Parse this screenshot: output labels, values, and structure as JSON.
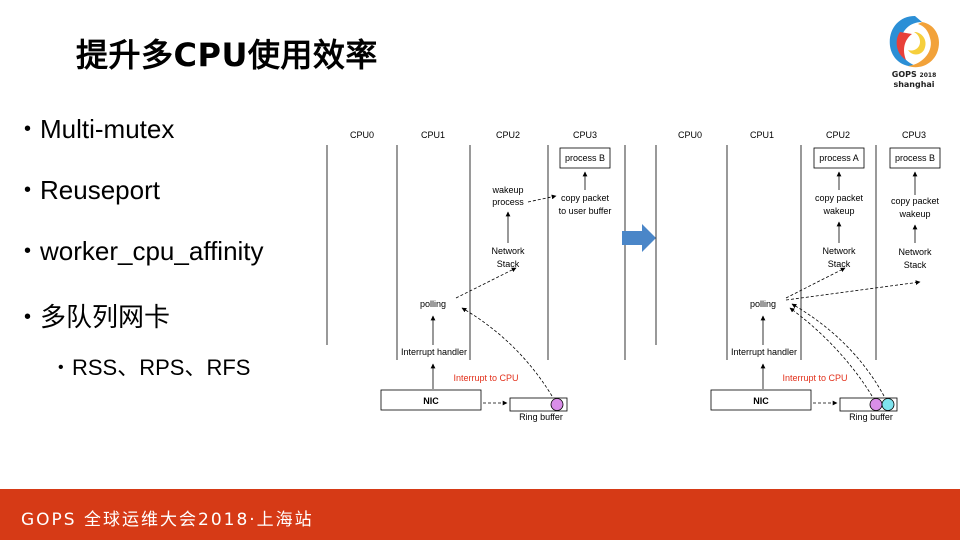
{
  "slide": {
    "title": "提升多CPU使用效率",
    "logo": {
      "line1": "GOPS",
      "year": "2018",
      "line2": "shanghai"
    },
    "bullets": [
      "Multi-mutex",
      "Reuseport",
      "worker_cpu_affinity",
      "多队列网卡"
    ],
    "sub_bullets": [
      "RSS、RPS、RFS"
    ],
    "footer": "GOPS 全球运维大会2018·上海站"
  },
  "diagram": {
    "left": {
      "cpus": [
        "CPU0",
        "CPU1",
        "CPU2",
        "CPU3"
      ],
      "process_b": "process B",
      "wakeup_1": "wakeup",
      "wakeup_2": "process",
      "copy_1": "copy packet",
      "copy_2": "to user buffer",
      "net_1": "Network",
      "net_2": "Stack",
      "polling": "polling",
      "interrupt_handler": "Interrupt handler",
      "interrupt_to_cpu": "Interrupt to CPU",
      "nic": "NIC",
      "ring_buffer": "Ring buffer"
    },
    "right": {
      "cpus": [
        "CPU0",
        "CPU1",
        "CPU2",
        "CPU3"
      ],
      "process_a": "process A",
      "process_b": "process B",
      "copy_a_1": "copy packet",
      "copy_a_2": "wakeup",
      "copy_b_1": "copy packet",
      "copy_b_2": "wakeup",
      "net_a_1": "Network",
      "net_a_2": "Stack",
      "net_b_1": "Network",
      "net_b_2": "Stack",
      "polling": "polling",
      "interrupt_handler": "Interrupt handler",
      "interrupt_to_cpu": "Interrupt to CPU",
      "nic": "NIC",
      "ring_buffer": "Ring buffer"
    },
    "colors": {
      "accent_red": "#e2301b",
      "arrow_blue": "#4a86c8",
      "ring_purple": "#d98ee8",
      "ring_cyan": "#7fe3ee",
      "footer": "#d63a16"
    }
  }
}
